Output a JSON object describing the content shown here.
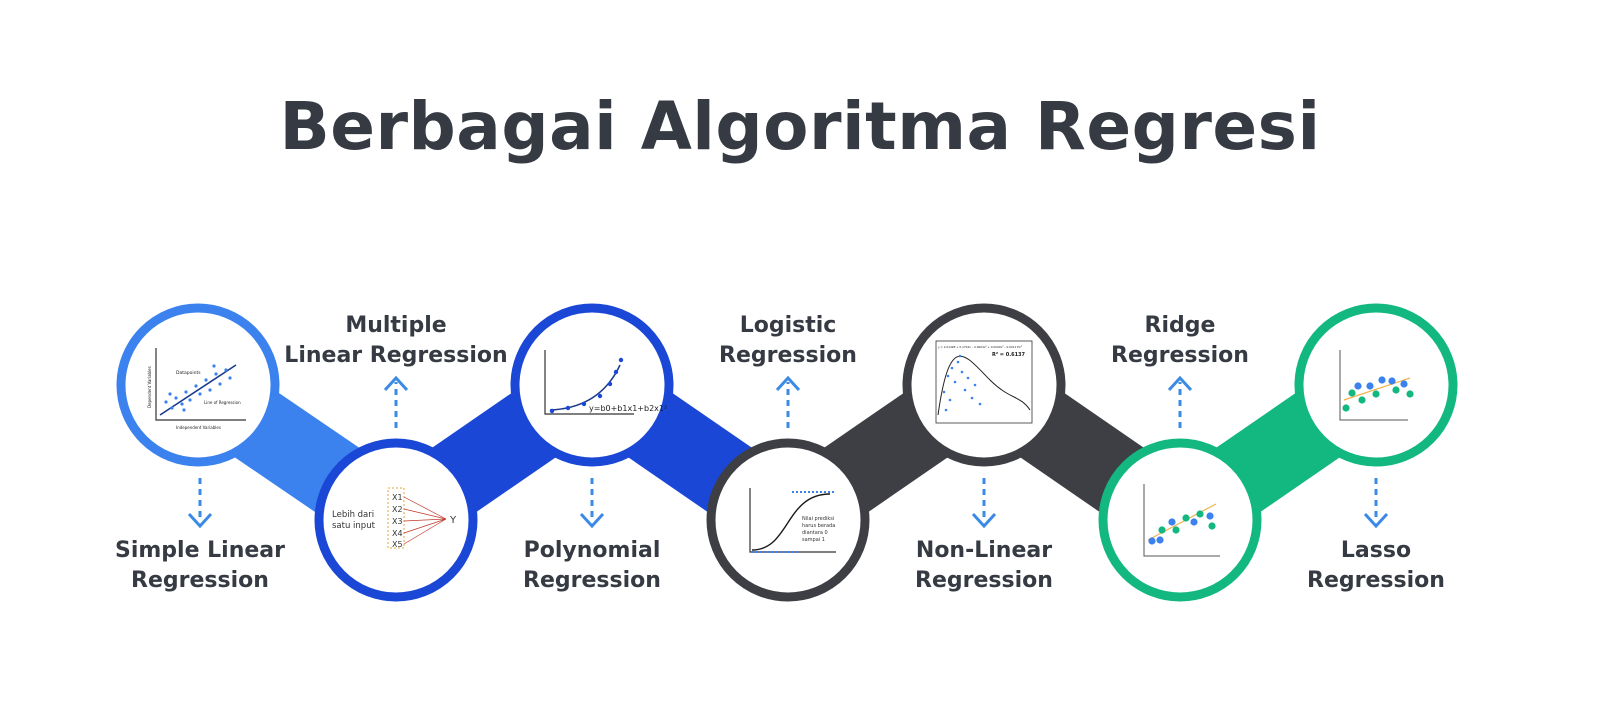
{
  "title": "Berbagai Algoritma Regresi",
  "colors": {
    "blue_light": "#3b82ee",
    "blue_dark": "#1b47d6",
    "charcoal": "#3d3f44",
    "green": "#12b87f",
    "arrow": "#3b8be6",
    "text": "#363a43"
  },
  "algorithms": [
    {
      "line1": "Simple Linear",
      "line2": "Regression"
    },
    {
      "line1": "Multiple",
      "line2": "Linear Regression"
    },
    {
      "line1": "Polynomial",
      "line2": "Regression"
    },
    {
      "line1": "Logistic",
      "line2": "Regression"
    },
    {
      "line1": "Non-Linear",
      "line2": "Regression"
    },
    {
      "line1": "Ridge",
      "line2": "Regression"
    },
    {
      "line1": "Lasso",
      "line2": "Regression"
    }
  ],
  "icons": {
    "simple": {
      "x_label": "Independent Variables",
      "y_label": "Dependent Variables",
      "datapoints": "Datapoints",
      "line_label": "Line of Regression"
    },
    "multiple": {
      "left_text_1": "Lebih dari",
      "left_text_2": "satu input",
      "inputs": [
        "X1",
        "X2",
        "X3",
        "X4",
        "X5"
      ],
      "output": "Y"
    },
    "polynomial": {
      "equation": "y=b0+b1x1+b2x1²"
    },
    "logistic": {
      "note_1": "Nilai prediksi",
      "note_2": "harus berada",
      "note_3": "diantara 0",
      "note_4": "sampai 1"
    },
    "nonlinear": {
      "equation": "y = 2.0149E + 0.1702x – 0.0004x² + 0.0000x³ – 0.0011 Ex⁴",
      "r_squared": "R² = 0.6137"
    }
  }
}
